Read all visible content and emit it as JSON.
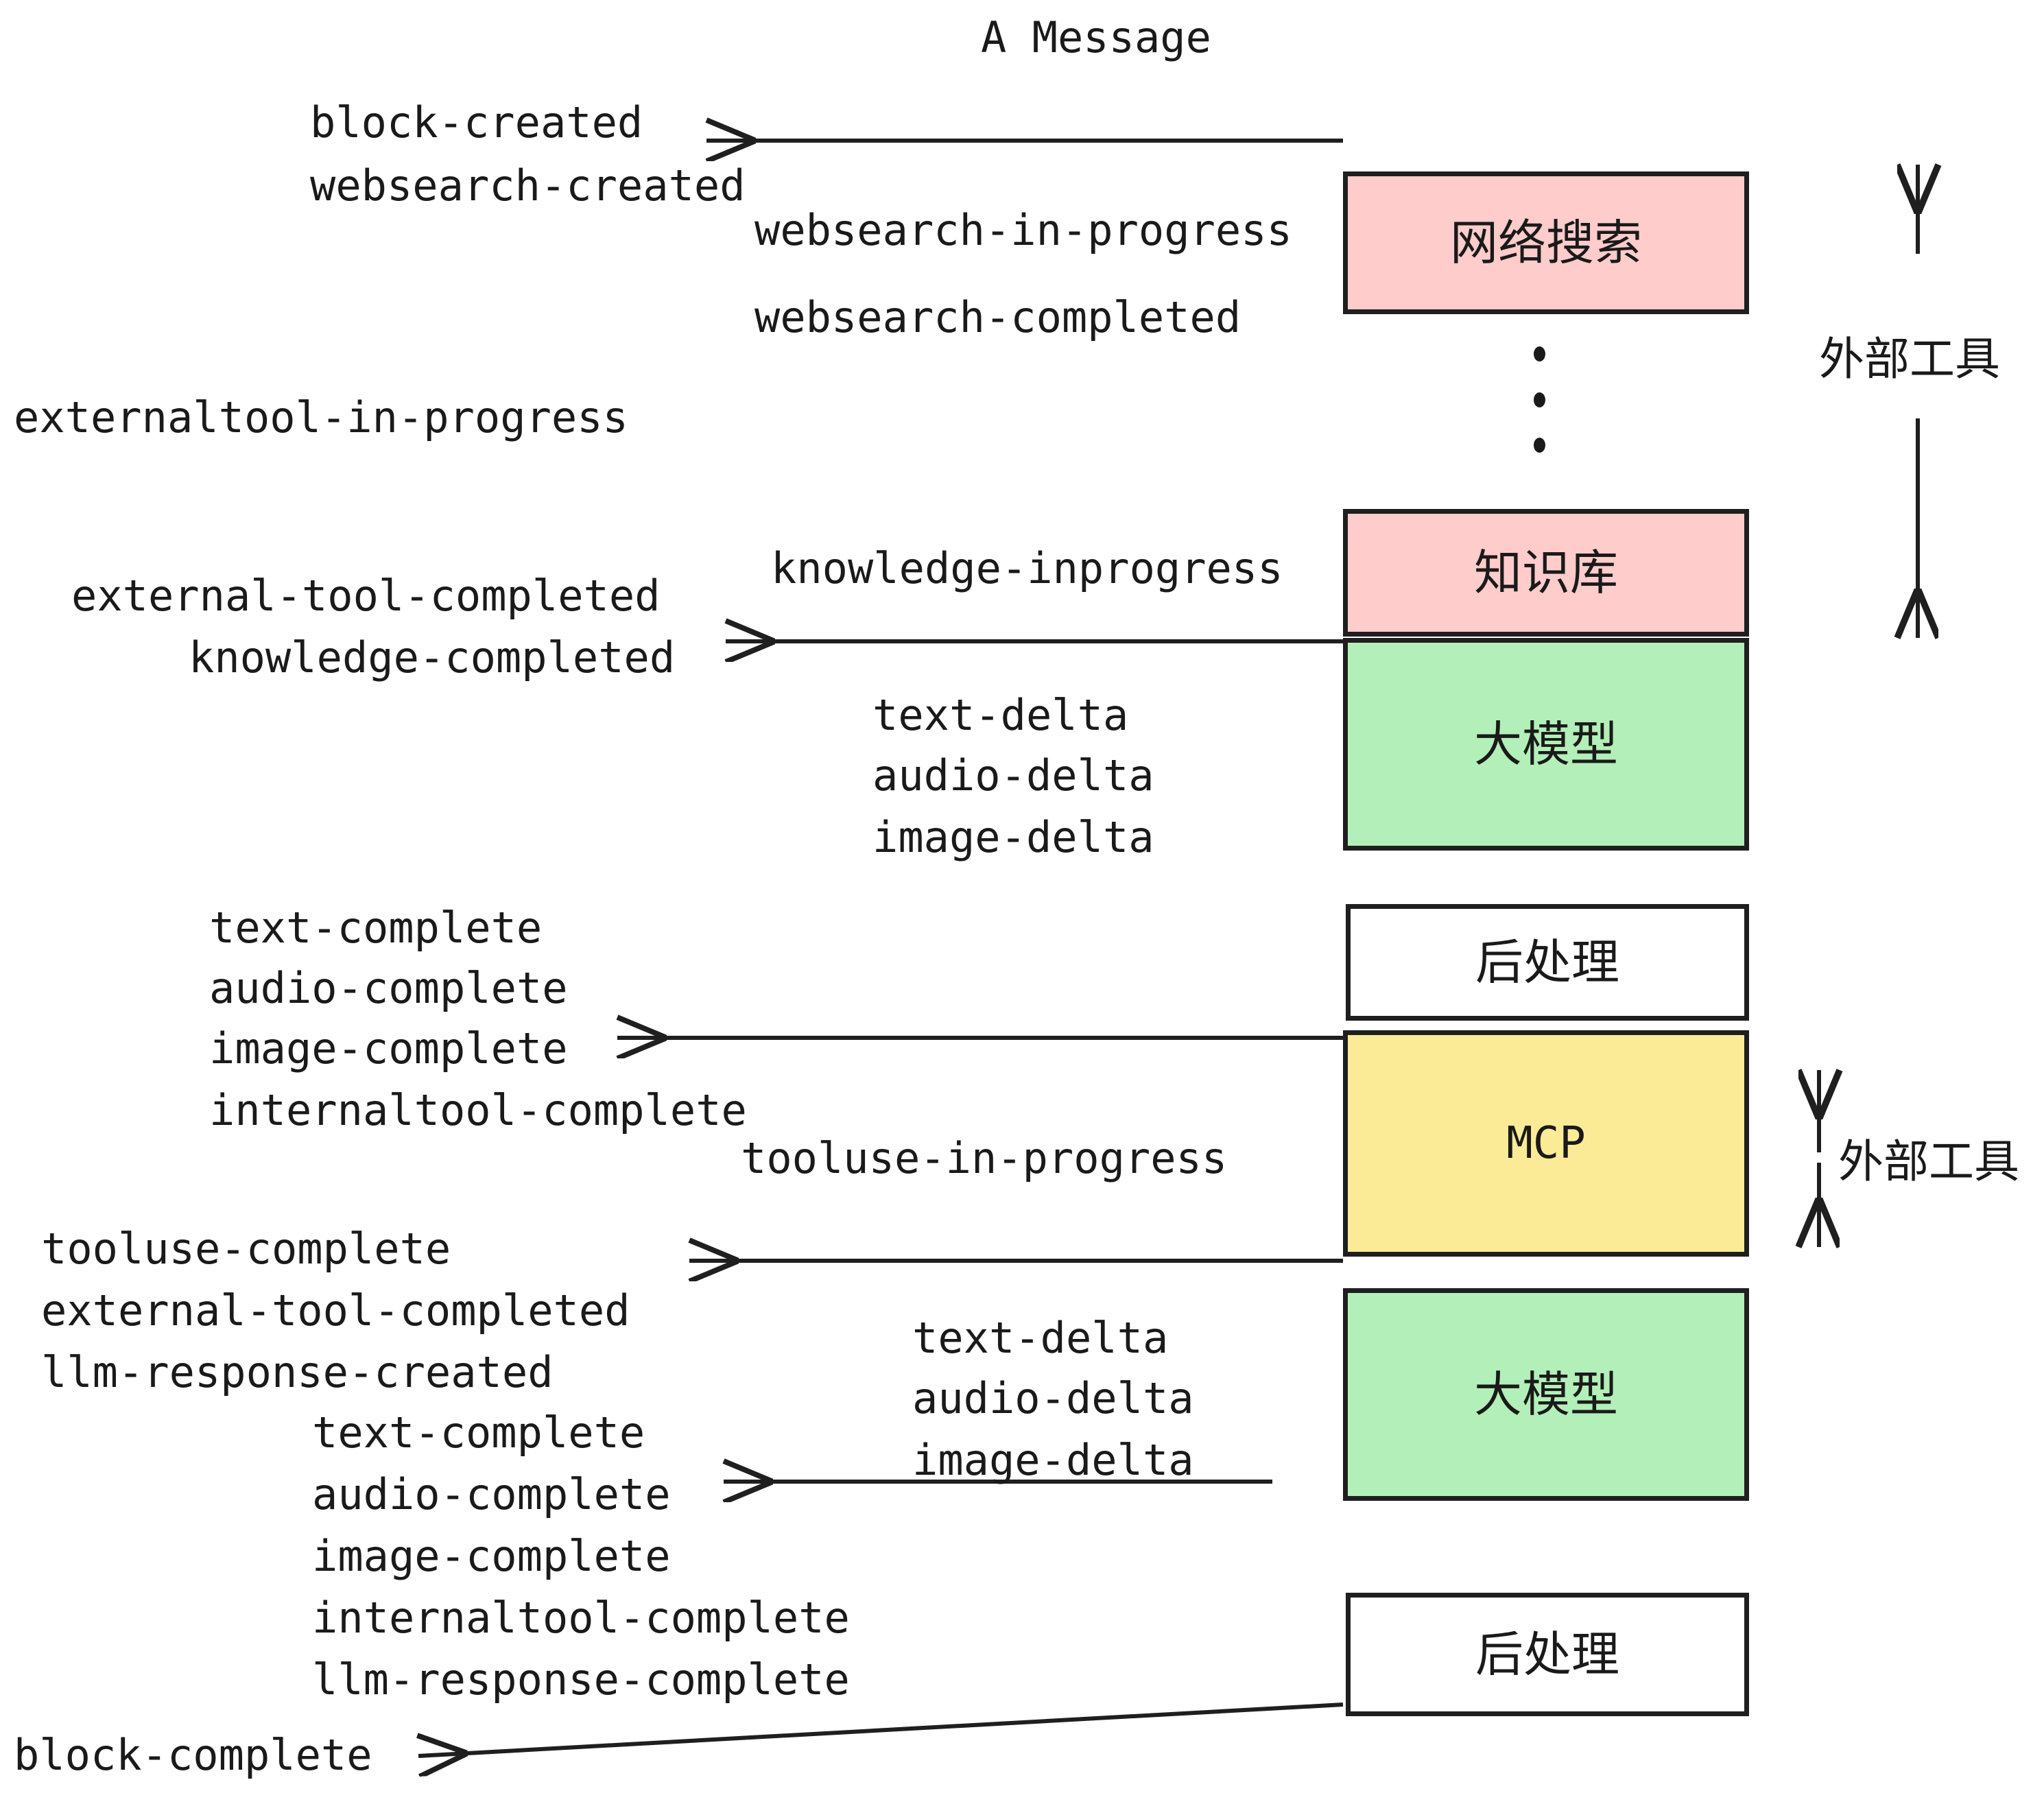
{
  "title": "A Message",
  "colors": {
    "pink": "#FFCCCC",
    "green": "#B3EFB8",
    "yellow": "#FCEB96",
    "white": "#FFFFFF",
    "stroke": "#1F1F1F",
    "text": "#1A1A1A"
  },
  "boxes": [
    {
      "id": "websearch",
      "label": "网络搜索",
      "fill": "#FFCCCC",
      "mono": false
    },
    {
      "id": "knowledge",
      "label": "知识库",
      "fill": "#FFCCCC",
      "mono": false
    },
    {
      "id": "llm-1",
      "label": "大模型",
      "fill": "#B3EFB8",
      "mono": false
    },
    {
      "id": "postprocess-1",
      "label": "后处理",
      "fill": "#FFFFFF",
      "mono": false
    },
    {
      "id": "mcp",
      "label": "MCP",
      "fill": "#FCEB96",
      "mono": true
    },
    {
      "id": "llm-2",
      "label": "大模型",
      "fill": "#B3EFB8",
      "mono": false
    },
    {
      "id": "postprocess-2",
      "label": "后处理",
      "fill": "#FFFFFF",
      "mono": false
    }
  ],
  "events": {
    "block_created": "block-created",
    "websearch_created": "websearch-created",
    "websearch_in_progress": "websearch-in-progress",
    "websearch_completed": "websearch-completed",
    "externaltool_in_progress": "externaltool-in-progress",
    "knowledge_inprogress": "knowledge-inprogress",
    "external_tool_completed_1": "external-tool-completed",
    "knowledge_completed": "knowledge-completed",
    "text_delta_1": "text-delta",
    "audio_delta_1": "audio-delta",
    "image_delta_1": "image-delta",
    "text_complete_1": "text-complete",
    "audio_complete_1": "audio-complete",
    "image_complete_1": "image-complete",
    "internaltool_complete_1": "internaltool-complete",
    "tooluse_in_progress": "tooluse-in-progress",
    "tooluse_complete": "tooluse-complete",
    "external_tool_completed_2": "external-tool-completed",
    "llm_response_created": "llm-response-created",
    "text_delta_2": "text-delta",
    "audio_delta_2": "audio-delta",
    "image_delta_2": "image-delta",
    "text_complete_2": "text-complete",
    "audio_complete_2": "audio-complete",
    "image_complete_2": "image-complete",
    "internaltool_complete_2": "internaltool-complete",
    "llm_response_complete": "llm-response-complete",
    "block_complete": "block-complete"
  },
  "annotations": {
    "external_tool_upper": "外部工具",
    "external_tool_lower": "外部工具"
  }
}
